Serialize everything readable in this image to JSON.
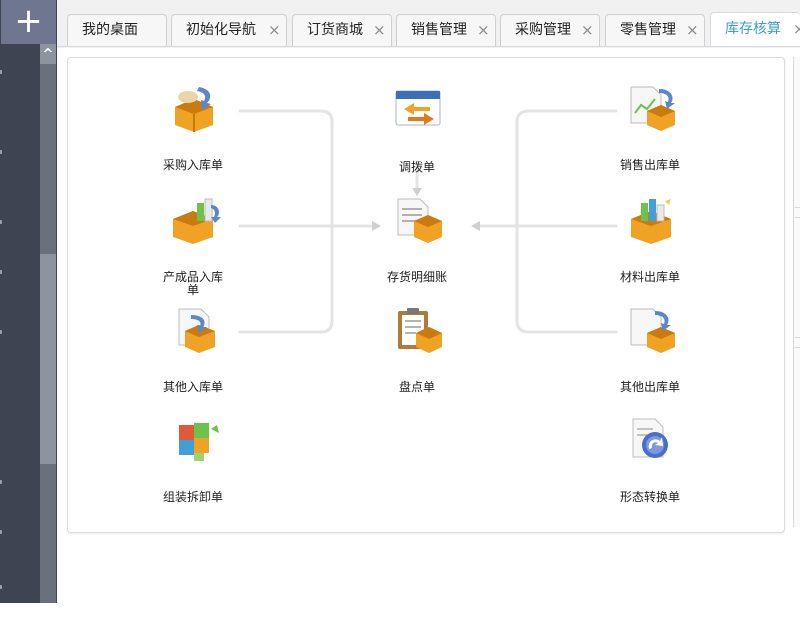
{
  "sidebar": {
    "add_label": "+",
    "scroll_up": "^"
  },
  "tabs": [
    {
      "label": "我的桌面",
      "closable": false,
      "active": false
    },
    {
      "label": "初始化导航",
      "closable": true,
      "active": false
    },
    {
      "label": "订货商城",
      "closable": true,
      "active": false
    },
    {
      "label": "销售管理",
      "closable": true,
      "active": false
    },
    {
      "label": "采购管理",
      "closable": true,
      "active": false
    },
    {
      "label": "零售管理",
      "closable": true,
      "active": false
    },
    {
      "label": "库存核算",
      "closable": true,
      "active": true
    }
  ],
  "tab_close": "×",
  "nodes": {
    "purchase_in": "采购入库单",
    "product_in": "产成品入库单",
    "other_in": "其他入库单",
    "assembly": "组装拆卸单",
    "transfer": "调拨单",
    "inventory_detail": "存货明细账",
    "stocktake": "盘点单",
    "sales_out": "销售出库单",
    "material_out": "材料出库单",
    "other_out": "其他出库单",
    "form_convert": "形态转换单"
  },
  "colors": {
    "accent": "#3aa0c8",
    "sidebar": "#3f4453",
    "box_orange": "#f2a227",
    "line": "#e6e6e6"
  }
}
